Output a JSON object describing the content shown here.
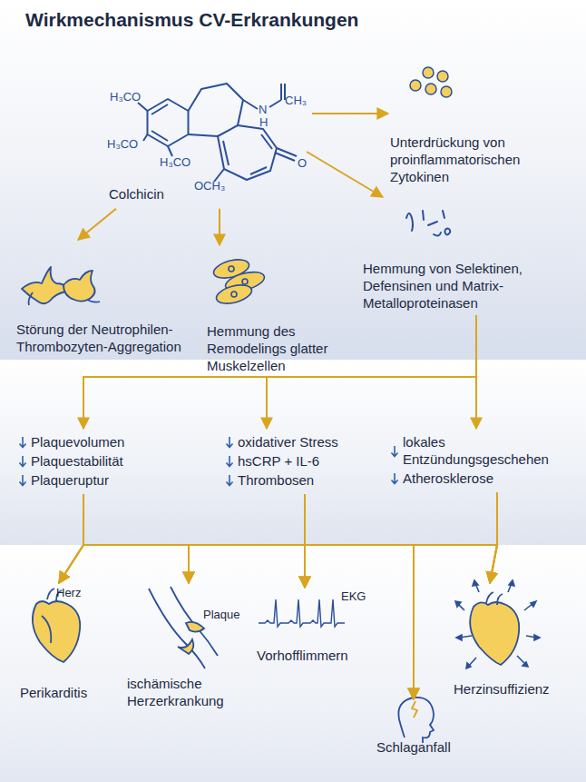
{
  "diagram": {
    "title": "Wirkmechanismus CV-Erkrankungen",
    "nodes": [
      {
        "text": [
          "Colchicin"
        ]
      },
      {
        "text": [
          "Unterdrückung von proinflammatorischen Zytokinen"
        ]
      },
      {
        "text": [
          "Hemmung von Selektinen, Defensinen und Matrix-Metalloproteinasen"
        ]
      },
      {
        "text": [
          "Störung der Neutrophilen-Thrombozyten-Aggregation"
        ]
      },
      {
        "text": [
          "Hemmung des Remodelings glatter Muskelzellen"
        ]
      },
      {
        "text": [
          "Plaquevolumen",
          "Plaquestabilität",
          "Plaqueruptur"
        ]
      },
      {
        "text": [
          "oxidativer Stress",
          "hsCRP + IL-6",
          "Thrombosen"
        ]
      },
      {
        "text": [
          "lokales Entzündungsgeschehen",
          "Atherosklerose"
        ]
      },
      {
        "text": [
          "Perikarditis"
        ]
      },
      {
        "text": [
          "ischämische Herzerkrankung"
        ]
      },
      {
        "text": [
          "Vorhofflimmern"
        ]
      },
      {
        "text": [
          "Schlaganfall"
        ]
      },
      {
        "text": [
          "Herzinsuffizienz"
        ]
      }
    ],
    "edges": [
      {
        "from": 0,
        "to": 1,
        "arrow": "to"
      },
      {
        "from": 0,
        "to": 2,
        "arrow": "to"
      },
      {
        "from": 0,
        "to": 3,
        "arrow": "to"
      },
      {
        "from": 0,
        "to": 4,
        "arrow": "to"
      },
      {
        "from": 2,
        "to": 5,
        "arrow": "to"
      },
      {
        "from": 2,
        "to": 6,
        "arrow": "to"
      },
      {
        "from": 2,
        "to": 7,
        "arrow": "to"
      },
      {
        "from": 5,
        "to": 8,
        "arrow": "to"
      },
      {
        "from": 5,
        "to": 9,
        "arrow": "to"
      },
      {
        "from": 5,
        "to": 10,
        "arrow": "to"
      },
      {
        "from": 5,
        "to": 11,
        "arrow": "to"
      },
      {
        "from": 5,
        "to": 12,
        "arrow": "to"
      },
      {
        "from": 6,
        "to": 8,
        "arrow": "to"
      },
      {
        "from": 6,
        "to": 9,
        "arrow": "to"
      },
      {
        "from": 6,
        "to": 10,
        "arrow": "to"
      },
      {
        "from": 6,
        "to": 11,
        "arrow": "to"
      },
      {
        "from": 6,
        "to": 12,
        "arrow": "to"
      },
      {
        "from": 7,
        "to": 8,
        "arrow": "to"
      },
      {
        "from": 7,
        "to": 9,
        "arrow": "to"
      },
      {
        "from": 7,
        "to": 10,
        "arrow": "to"
      },
      {
        "from": 7,
        "to": 11,
        "arrow": "to"
      },
      {
        "from": 7,
        "to": 12,
        "arrow": "to"
      }
    ],
    "labels": [
      "H₃CO",
      "H₃CO",
      "H₃CO",
      "OCH₃",
      "N",
      "H",
      "CH₃",
      "O",
      "Herz",
      "Plaque",
      "EKG"
    ]
  }
}
